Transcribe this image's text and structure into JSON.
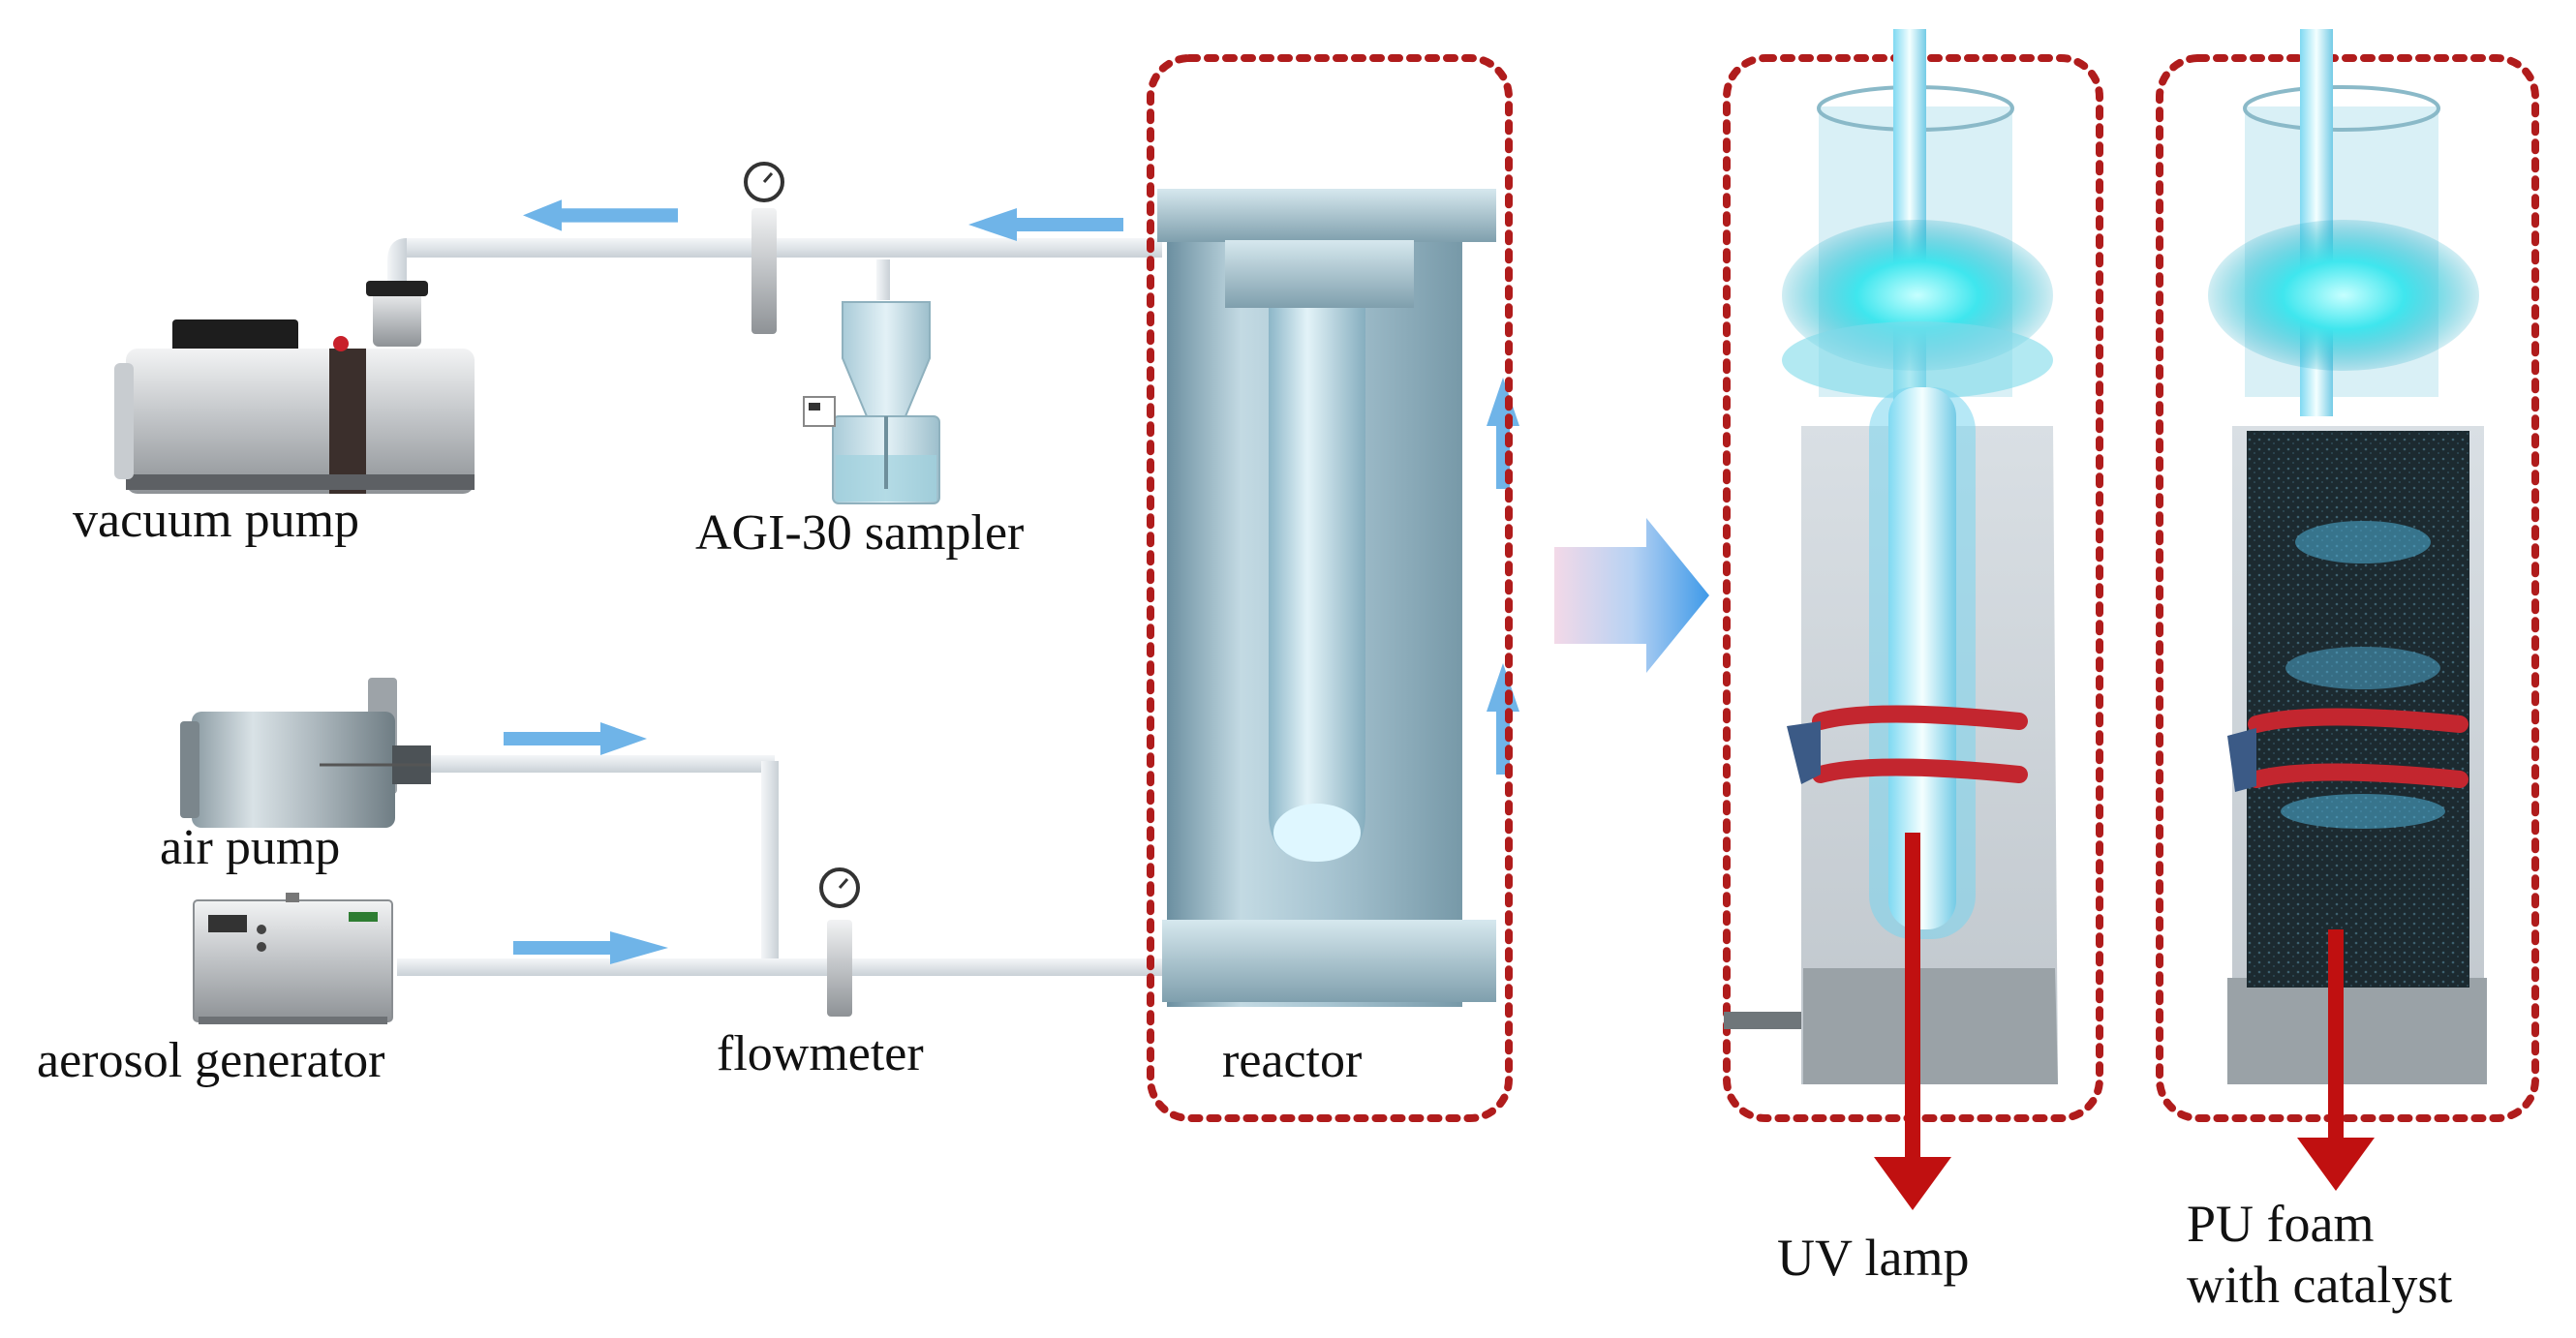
{
  "labels": {
    "vacuum_pump": "vacuum pump",
    "sampler": "AGI-30 sampler",
    "air_pump": "air pump",
    "aerosol_generator": "aerosol generator",
    "flowmeter": "flowmeter",
    "reactor": "reactor",
    "uv_lamp": "UV lamp",
    "pu_foam_line1": "PU foam",
    "pu_foam_line2": "with catalyst"
  },
  "colors": {
    "dotted_box": "#b01c1c",
    "flow_arrow": "#6fb4e8",
    "pipe": "#e4e8ec",
    "reactor_body": "#a9c8d6",
    "uv_glow": "#3ff0f0",
    "pointer_arrow": "#c01010"
  }
}
